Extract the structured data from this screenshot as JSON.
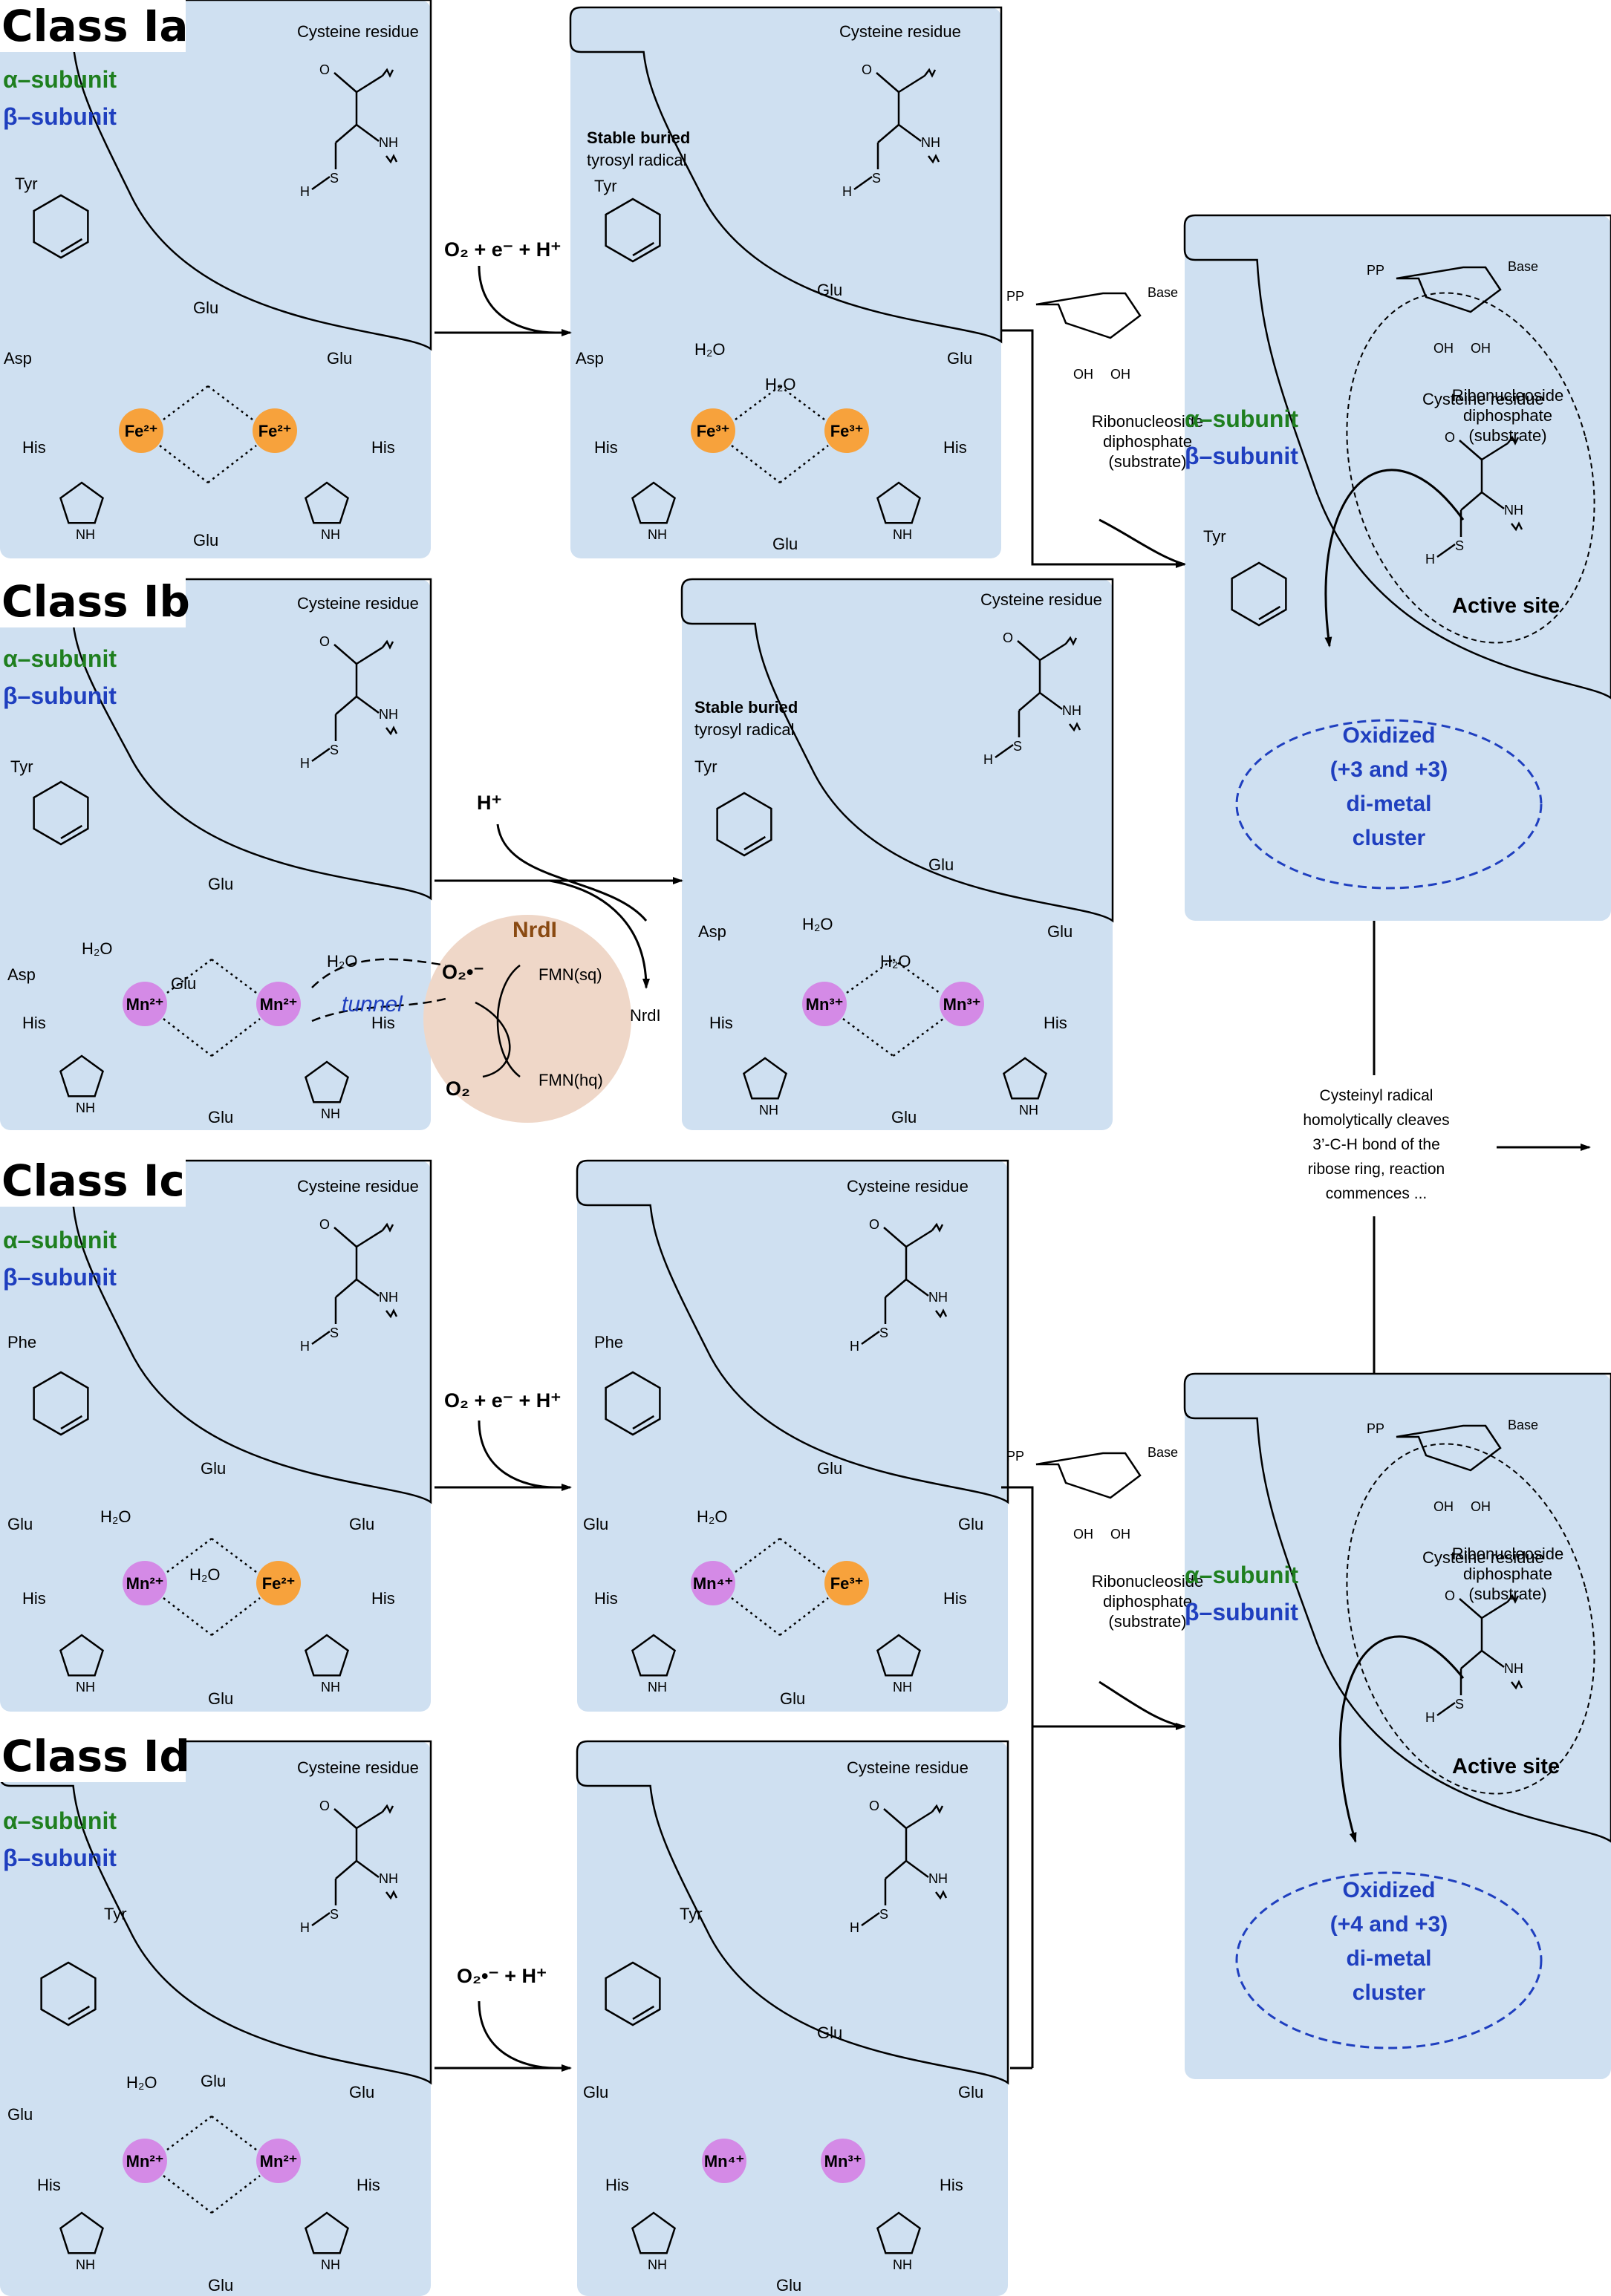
{
  "classes": {
    "ia": {
      "title": "Class Ia"
    },
    "ib": {
      "title": "Class Ib"
    },
    "ic": {
      "title": "Class Ic"
    },
    "id": {
      "title": "Class Id"
    }
  },
  "labels": {
    "alpha": "α–subunit",
    "beta": "β–subunit",
    "cysteine": "Cysteine residue",
    "stable_line1": "Stable buried",
    "stable_line2": "tyrosyl radical",
    "tyr": "Tyr",
    "phe": "Phe",
    "his": "His",
    "glu": "Glu",
    "asp": "Asp",
    "h2o": "H₂O",
    "oh": "OH",
    "pp": "PP",
    "base": "Base",
    "active_site": "Active site",
    "substrate_l1": "Ribonucleoside",
    "substrate_l2": "diphosphate",
    "substrate_l3": "(substrate)"
  },
  "metals": {
    "fe2": "Fe²⁺",
    "fe3": "Fe³⁺",
    "mn2": "Mn²⁺",
    "mn3": "Mn³⁺",
    "mn4": "Mn⁴⁺"
  },
  "reactions": {
    "ia": "O₂ + e⁻ + H⁺",
    "ib_h": "H⁺",
    "ic": "O₂ + e⁻ + H⁺",
    "id": "O₂•⁻ + H⁺"
  },
  "nrdi": {
    "title": "NrdI",
    "superoxide": "O₂•⁻",
    "o2": "O₂",
    "fmn_sq": "FMN(sq)",
    "fmn_hq": "FMN(hq)",
    "tunnel": "tunnel",
    "product": "NrdI"
  },
  "clusters": {
    "top": [
      "Oxidized",
      "(+3 and +3)",
      "di-metal",
      "cluster"
    ],
    "bottom": [
      "Oxidized",
      "(+4 and +3)",
      "di-metal",
      "cluster"
    ]
  },
  "note": [
    "Cysteinyl radical",
    "homolytically cleaves",
    "3’-C-H bond of the",
    "ribose ring, reaction",
    "commences ..."
  ],
  "colors": {
    "alpha_bg": "#eef7cc",
    "beta_bg": "#cfe0f1",
    "fe": "#f7a23c",
    "mn": "#d48ae6",
    "nrdi_bg": "#efd7c8",
    "blue_text": "#1f3fbf",
    "green_text": "#1f7f1f"
  }
}
